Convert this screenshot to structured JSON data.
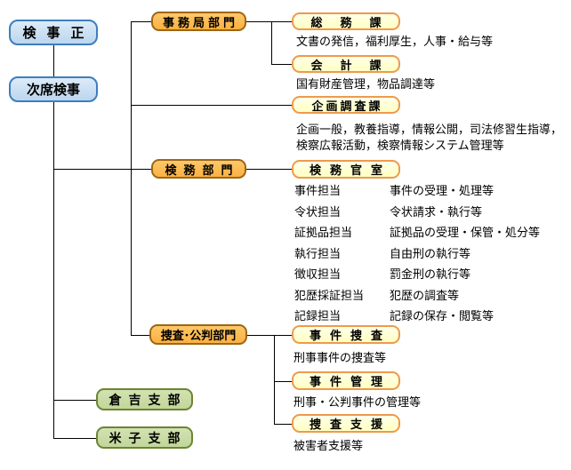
{
  "palette": {
    "blue_fill": "#c6daf0",
    "blue_border": "#3d7ebf",
    "orange_fill": "#fbb84c",
    "orange_border": "#9e6614",
    "yellow_fill": "#ffffcc",
    "yellow_border": "#ee9a4d",
    "green_fill": "#c2d69a",
    "green_border": "#6b8532",
    "line": "#000000"
  },
  "org": {
    "chief": {
      "label": "検事正"
    },
    "deputy": {
      "label": "次席検事"
    },
    "secretariat": {
      "label": "事務局部門",
      "sections": [
        {
          "label": "総務課",
          "desc": "文書の発信，福利厚生，人事・給与等"
        },
        {
          "label": "会計課",
          "desc": "国有財産管理，物品調達等"
        }
      ]
    },
    "planning": {
      "label": "企画調査課",
      "desc_line1": "企画一般，教養指導，情報公開，司法修習生指導，",
      "desc_line2": "検察広報活動，検察情報システム管理等"
    },
    "kenmu": {
      "label": "検務部門",
      "office": {
        "label": "検務官室"
      },
      "roles": [
        {
          "role": "事件担当",
          "duty": "事件の受理・処理等"
        },
        {
          "role": "令状担当",
          "duty": "令状請求・執行等"
        },
        {
          "role": "証拠品担当",
          "duty": "証拠品の受理・保管・処分等"
        },
        {
          "role": "執行担当",
          "duty": "自由刑の執行等"
        },
        {
          "role": "徴収担当",
          "duty": "罰金刑の執行等"
        },
        {
          "role": "犯歴採証担当",
          "duty": "犯歴の調査等"
        },
        {
          "role": "記録担当",
          "duty": "記録の保存・閲覧等"
        }
      ]
    },
    "sosa_kohan": {
      "label": "捜査･公判部門",
      "sections": [
        {
          "label": "事件捜査",
          "desc": "刑事事件の捜査等"
        },
        {
          "label": "事件管理",
          "desc": "刑事・公判事件の管理等"
        },
        {
          "label": "捜査支援",
          "desc": "被害者支援等"
        }
      ]
    },
    "branches": [
      {
        "label": "倉吉支部"
      },
      {
        "label": "米子支部"
      }
    ]
  }
}
